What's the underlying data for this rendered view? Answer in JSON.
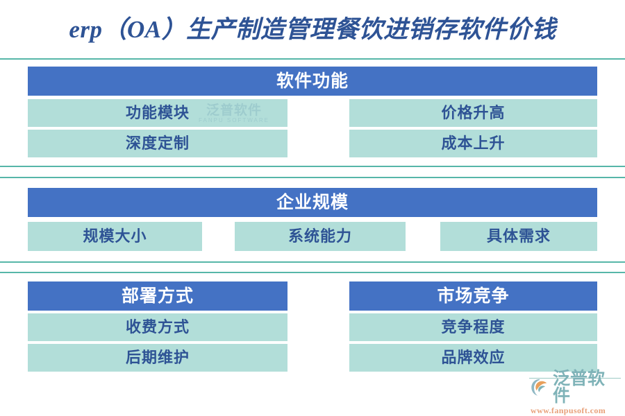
{
  "page": {
    "title": "erp（OA）生产制造管理餐饮进销存软件价钱"
  },
  "watermark": {
    "main": "泛普软件",
    "sub": "FANPU SOFTWARE"
  },
  "sections": [
    {
      "id": "software-function",
      "headers": [
        {
          "label": "软件功能"
        }
      ],
      "items": [
        {
          "label": "功能模块"
        },
        {
          "label": "价格升高"
        },
        {
          "label": "深度定制"
        },
        {
          "label": "成本上升"
        }
      ]
    },
    {
      "id": "enterprise-scale",
      "headers": [
        {
          "label": "企业规模"
        }
      ],
      "items": [
        {
          "label": "规模大小"
        },
        {
          "label": "系统能力"
        },
        {
          "label": "具体需求"
        }
      ]
    },
    {
      "id": "deployment-and-market",
      "headers": [
        {
          "label": "部署方式"
        },
        {
          "label": "市场竞争"
        }
      ],
      "items": [
        {
          "label": "收费方式"
        },
        {
          "label": "竞争程度"
        },
        {
          "label": "后期维护"
        },
        {
          "label": "品牌效应"
        }
      ]
    }
  ],
  "logo": {
    "name": "泛普软件",
    "url": "www.fanpusoft.com"
  },
  "colors": {
    "accent_blue": "#4472C4",
    "teal_box": "#B2DED9",
    "rule": "#56B6A8",
    "title_text": "#2E5395",
    "logo_name": "#7FB3B8",
    "logo_url": "#E8A17A"
  }
}
